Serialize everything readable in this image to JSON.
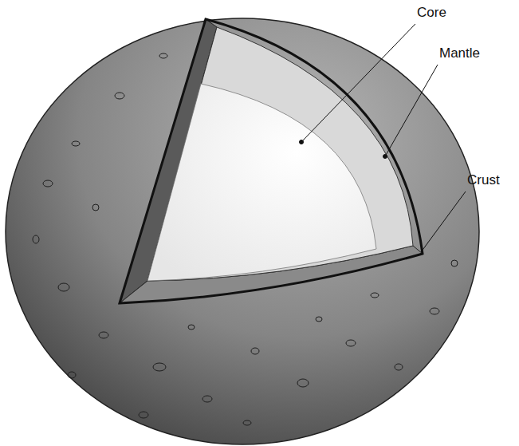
{
  "diagram": {
    "labels": [
      "Core",
      "Mantle",
      "Crust"
    ]
  }
}
